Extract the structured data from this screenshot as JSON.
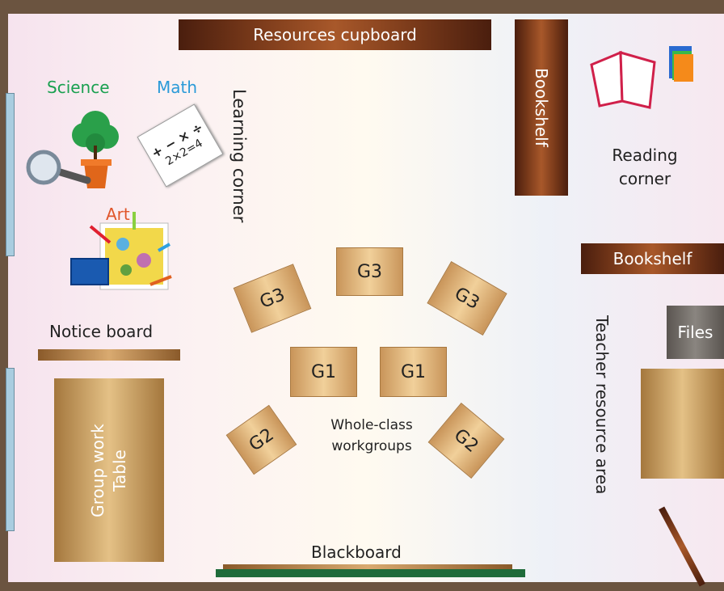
{
  "labels": {
    "resources_cupboard": "Resources cupboard",
    "bookshelf_vertical": "Bookshelf",
    "reading_corner_line1": "Reading",
    "reading_corner_line2": "corner",
    "learning_corner": "Learning corner",
    "science": "Science",
    "math": "Math",
    "art": "Art",
    "bookshelf_right": "Bookshelf",
    "files": "Files",
    "notice_board": "Notice board",
    "group_work_line1": "Group work",
    "group_work_line2": "Table",
    "teacher_resource_area": "Teacher resource area",
    "whole_class_line1": "Whole-class",
    "whole_class_line2": "workgroups",
    "blackboard": "Blackboard"
  },
  "math_card": {
    "line1": "+ − × ÷",
    "line2": "2×2=4"
  },
  "desks": {
    "g3_left": "G3",
    "g3_middle": "G3",
    "g3_right": "G3",
    "g1_left": "G1",
    "g1_right": "G1",
    "g2_left": "G2",
    "g2_right": "G2"
  },
  "colors": {
    "science": "#1aa050",
    "math": "#2a9ad8",
    "art": "#e0552a",
    "blackboard": "#1f6b3a"
  }
}
